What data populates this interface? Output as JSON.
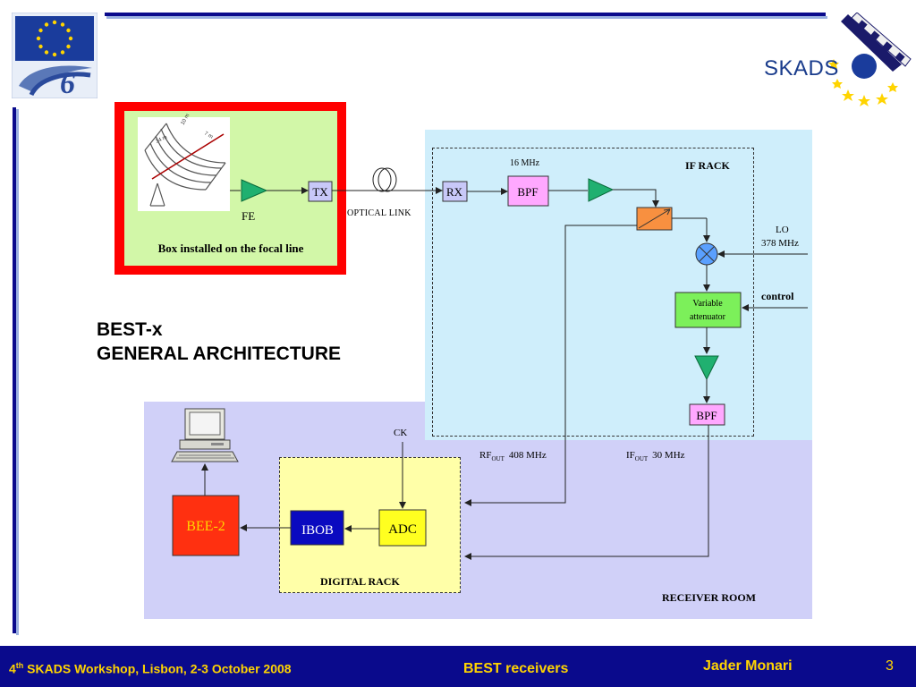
{
  "slide": {
    "heading_line1": "BEST-x",
    "heading_line2": "GENERAL ARCHITECTURE",
    "page_number": "3"
  },
  "logos": {
    "skads_text": "SKADS"
  },
  "front_end_box": {
    "amplifier_label": "FE",
    "tx_label": "TX",
    "caption": "Box installed  on the focal line",
    "dim_34m": "34 m",
    "dim_10m": "10 m",
    "dim_7m": "7 m"
  },
  "link": {
    "label": "OPTICAL LINK"
  },
  "if_rack": {
    "title": "IF RACK",
    "rx_label": "RX",
    "bpf1_label": "BPF",
    "bpf1_freq": "16 MHz",
    "lo_label": "LO",
    "lo_freq": "378 MHz",
    "control_label": "control",
    "attenuator_line1": "Variable",
    "attenuator_line2": "attenuator",
    "bpf2_label": "BPF"
  },
  "receiver_room": {
    "title": "RECEIVER ROOM",
    "rf_out_main": "RF",
    "rf_out_sub": "OUT",
    "rf_out_freq": "408 MHz",
    "if_out_main": "IF",
    "if_out_sub": "OUT",
    "if_out_freq": "30 MHz",
    "ck_label": "CK",
    "digital_rack_title": "DIGITAL RACK",
    "adc_label": "ADC",
    "ibob_label": "IBOB",
    "bee2_label": "BEE-2"
  },
  "footer": {
    "workshop_num": "4",
    "workshop_sup": "th",
    "workshop_text": " SKADS Workshop, Lisbon, 2-3 October 2008",
    "center_text": "BEST receivers",
    "author": "Jader Monari",
    "page": "3"
  },
  "colors": {
    "footer_bg": "#0a0a8c",
    "footer_text": "#ffd400",
    "if_rack_bg": "#cfeefb",
    "receiver_room_bg": "#d0d0f8",
    "front_end_bg": "#d2f7a8",
    "front_end_border": "#ff0000",
    "digital_rack_bg": "#ffffa8",
    "bpf_fill": "#ffa8ff",
    "amplifier_fill": "#20b070",
    "mixer_fill": "#5aa0ff",
    "ibob_fill": "#0a0ac0",
    "bee2_fill": "#ff3010"
  }
}
